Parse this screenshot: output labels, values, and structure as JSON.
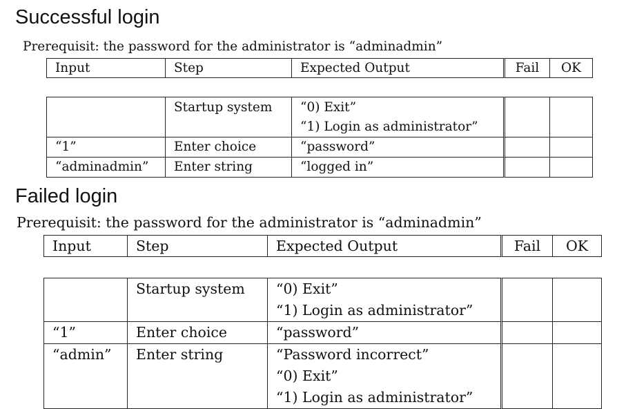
{
  "sections": [
    {
      "title": "Successful login",
      "prerequisite": "Prerequisit: the password for the administrator is “adminadmin”",
      "headers": [
        "Input",
        "Step",
        "Expected Output",
        "Fail",
        "OK"
      ],
      "rows": [
        {
          "input": "",
          "step": "Startup system",
          "output": [
            "“0) Exit”",
            "“1) Login as administrator”"
          ],
          "fail": "",
          "ok": ""
        },
        {
          "input": "“1”",
          "step": "Enter choice",
          "output": [
            "“password”"
          ],
          "fail": "",
          "ok": ""
        },
        {
          "input": "“adminadmin”",
          "step": "Enter string",
          "output": [
            "“logged in”"
          ],
          "fail": "",
          "ok": ""
        }
      ]
    },
    {
      "title": "Failed login",
      "prerequisite": "Prerequisit: the password for the administrator is “adminadmin”",
      "headers": [
        "Input",
        "Step",
        "Expected Output",
        "Fail",
        "OK"
      ],
      "rows": [
        {
          "input": "",
          "step": "Startup system",
          "output": [
            "“0) Exit”",
            "“1) Login as administrator”"
          ],
          "fail": "",
          "ok": ""
        },
        {
          "input": "“1”",
          "step": "Enter choice",
          "output": [
            "“password”"
          ],
          "fail": "",
          "ok": ""
        },
        {
          "input": "“admin”",
          "step": "Enter string",
          "output": [
            "“Password incorrect”",
            "“0) Exit”",
            "“1) Login as administrator”"
          ],
          "fail": "",
          "ok": ""
        }
      ]
    }
  ]
}
